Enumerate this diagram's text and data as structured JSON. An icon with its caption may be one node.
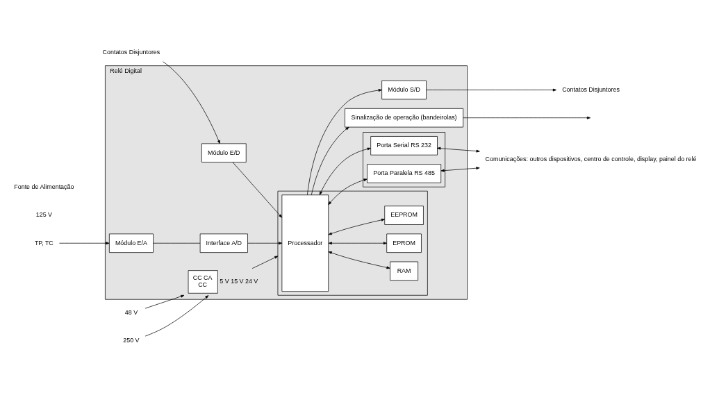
{
  "diagram": {
    "nodes": [
      {
        "text": [
          "Relé Digital"
        ]
      },
      {
        "text": [
          "TP, TC"
        ]
      },
      {
        "text": [
          "Módulo E/A"
        ],
        "in": 0
      },
      {
        "text": [
          "Interface A/D"
        ],
        "in": 0
      },
      {
        "text": [],
        "shape": "box",
        "in": 0
      },
      {
        "text": [
          "Processador"
        ],
        "in": 4
      },
      {
        "text": [
          "Módulo S/D"
        ],
        "in": 0
      },
      {
        "text": [
          "Contatos Disjuntores"
        ]
      },
      {
        "text": [
          "Contatos Disjuntores"
        ]
      },
      {
        "text": [
          "Módulo E/D"
        ],
        "in": 0
      },
      {
        "text": [
          "Sinalização de operação (bandeirolas)"
        ],
        "in": 0
      },
      {
        "text": [
          "RAM"
        ],
        "in": 4
      },
      {
        "text": [],
        "shape": "box",
        "in": 0
      },
      {
        "text": [
          "Porta Serial RS 232"
        ],
        "in": 12
      },
      {
        "text": [
          "48 V"
        ]
      },
      {
        "text": [
          "CC CA",
          "CC"
        ],
        "beside": [
          "5 V 15 V 24 V"
        ],
        "in": 0
      },
      {
        "text": [
          "EPROM"
        ],
        "in": 4
      },
      {
        "text": [
          "250 V"
        ]
      },
      {
        "text": [
          "Comunicações: outros dispositivos, centro de controle, display, painel do relé"
        ]
      },
      {
        "text": [
          "EEPROM"
        ],
        "in": 4
      },
      {
        "text": [
          "Porta Paralela RS 485"
        ],
        "in": 12
      }
    ],
    "edges": [
      {
        "from": 1,
        "to": 2,
        "arrow": "to"
      },
      {
        "from": 2,
        "to": 3,
        "arrow": "none"
      },
      {
        "from": 3,
        "to": 5,
        "arrow": "to"
      },
      {
        "from": 5,
        "to": 6,
        "arrow": "to"
      },
      {
        "from": 6,
        "to": 7,
        "arrow": "to"
      },
      {
        "from": 8,
        "to": 9,
        "arrow": "to"
      },
      {
        "from": 9,
        "to": 5,
        "arrow": "to"
      },
      {
        "from": 5,
        "to": 10,
        "arrow": "to"
      },
      {
        "from": 10,
        "to": null,
        "arrow": "to"
      },
      {
        "from": 14,
        "to": 15,
        "arrow": "to"
      },
      {
        "from": 17,
        "to": 15,
        "arrow": "to"
      },
      {
        "from": 15,
        "to": 4,
        "arrow": "to"
      },
      {
        "from": 5,
        "to": 11,
        "arrow": "both"
      },
      {
        "from": 5,
        "to": 16,
        "arrow": "both"
      },
      {
        "from": 5,
        "to": 19,
        "arrow": "both"
      },
      {
        "from": 5,
        "to": 13,
        "arrow": "both"
      },
      {
        "from": 5,
        "to": 20,
        "arrow": "both"
      },
      {
        "from": 13,
        "to": 18,
        "arrow": "both"
      },
      {
        "from": 20,
        "to": 18,
        "arrow": "both"
      }
    ],
    "labels": [
      "125 V",
      "Fonte de Alimentação"
    ]
  }
}
